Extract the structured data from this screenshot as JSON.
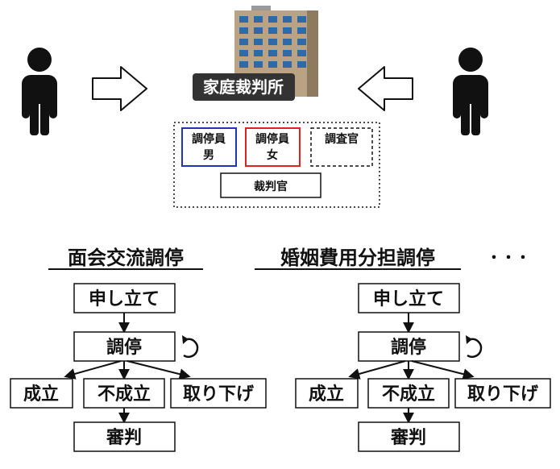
{
  "court": {
    "sign_label": "家庭裁判所",
    "mediator_male_line1": "調停員",
    "mediator_male_line2": "男",
    "mediator_female_line1": "調停員",
    "mediator_female_line2": "女",
    "investigator": "調査官",
    "judge": "裁判官"
  },
  "flows": [
    {
      "title": "面会交流調停",
      "filing": "申し立て",
      "mediation": "調停",
      "settled": "成立",
      "not_settled": "不成立",
      "withdrawn": "取り下げ",
      "adjudication": "審判"
    },
    {
      "title": "婚姻費用分担調停",
      "filing": "申し立て",
      "mediation": "調停",
      "settled": "成立",
      "not_settled": "不成立",
      "withdrawn": "取り下げ",
      "adjudication": "審判"
    }
  ],
  "ellipsis": "・・・",
  "colors": {
    "building": "#b9a384",
    "building_side": "#8d7a5f",
    "window": "#2f6aa8",
    "sign_bg": "#333333",
    "mediator_male_border": "#2233bb",
    "mediator_female_border": "#dd2222"
  }
}
